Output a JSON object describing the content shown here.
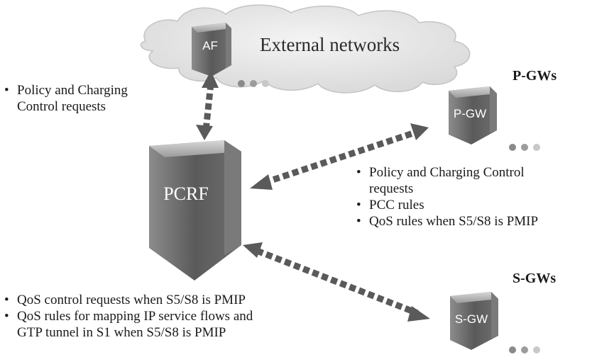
{
  "cloud": {
    "label": "External networks"
  },
  "nodes": {
    "af": "AF",
    "pcrf": "PCRF",
    "pgw": "P-GW",
    "sgw": "S-GW"
  },
  "groups": {
    "pgws": "P-GWs",
    "sgws": "S-GWs"
  },
  "af_pcrf_list": [
    "Policy and Charging",
    "Control requests"
  ],
  "pcrf_pgw_list": [
    "Policy and Charging Control",
    "requests",
    "PCC rules",
    "QoS rules when S5/S8 is PMIP"
  ],
  "pcrf_sgw_list": [
    "QoS control requests when S5/S8 is PMIP",
    "QoS rules for mapping IP service flows and",
    "GTP tunnel in S1 when S5/S8 is PMIP"
  ],
  "colors": {
    "node_dark": "#5e5e5e",
    "node_light": "#b9b9b9",
    "arrow": "#5a5a5a",
    "cloud": "#e6e6e6",
    "dot_dark": "#8a8a8a",
    "dot_light": "#c8c8c8"
  }
}
